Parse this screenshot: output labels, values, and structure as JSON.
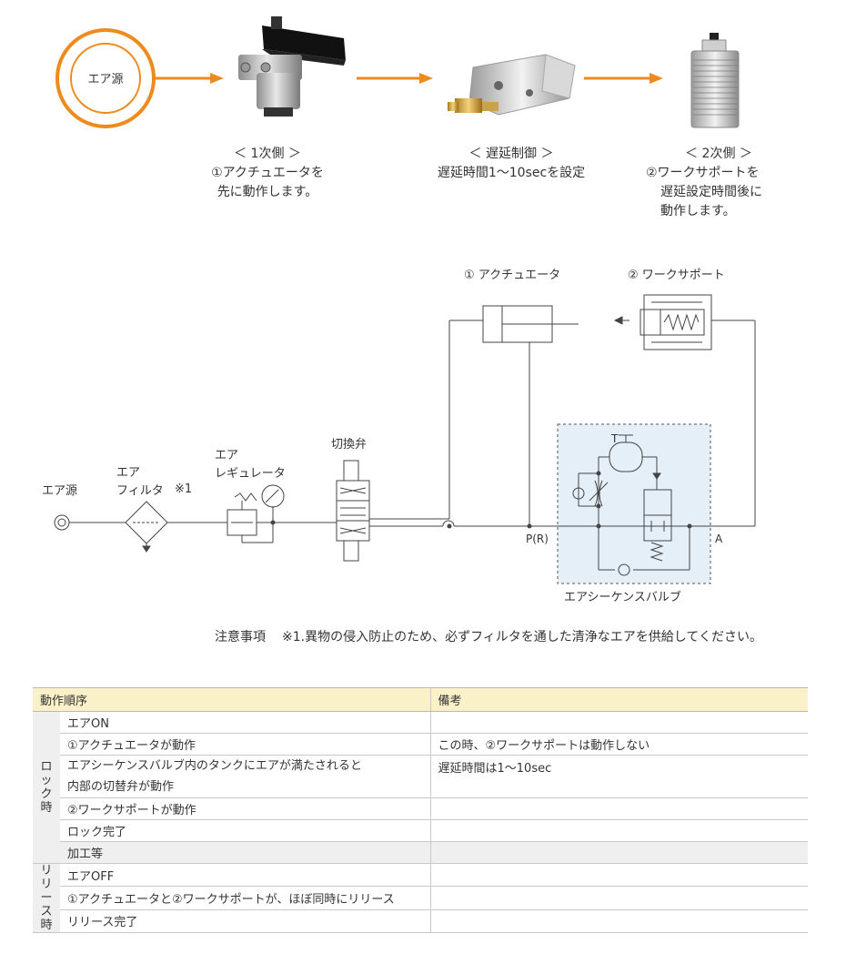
{
  "top_flow": {
    "source_label": "エア源",
    "step1": {
      "title": "＜ 1次側 ＞",
      "lines": [
        "①アクチュエータを",
        "先に動作します。"
      ]
    },
    "step2": {
      "title": "＜ 遅延制御 ＞",
      "lines": [
        "遅延時間1～10secを設定"
      ]
    },
    "step3": {
      "title": "＜ 2次側 ＞",
      "lines": [
        "②ワークサポートを",
        "遅延設定時間後に",
        "動作します。"
      ]
    }
  },
  "circuit": {
    "air_source": "エア源",
    "filter": [
      "エア",
      "フィルタ"
    ],
    "filter_note": "※1",
    "regulator": [
      "エア",
      "レギュレータ"
    ],
    "switch_valve": "切換弁",
    "actuator": "① アクチュエータ",
    "work_support": "② ワークサポート",
    "port_pr": "P(R)",
    "port_a": "A",
    "tank": "T",
    "sequence_valve": "エアシーケンスバルブ"
  },
  "note": {
    "label": "注意事項",
    "text": "※1.異物の侵入防止のため、必ずフィルタを通した清浄なエアを供給してください。"
  },
  "table": {
    "headers": [
      "動作順序",
      "備考"
    ],
    "lock_group": "ロック時",
    "release_group": "リリース時",
    "rows": [
      {
        "step": "エアON",
        "remark": ""
      },
      {
        "step": "①アクチュエータが動作",
        "remark": "この時、②ワークサポートは動作しない"
      },
      {
        "step": "エアシーケンスバルブ内のタンクにエアが満たされると",
        "step2": "内部の切替弁が動作",
        "remark": "遅延時間は1～10sec"
      },
      {
        "step": "②ワークサポートが動作",
        "remark": ""
      },
      {
        "step": "ロック完了",
        "remark": ""
      },
      {
        "step": "加工等",
        "remark": ""
      },
      {
        "step": "エアOFF",
        "remark": ""
      },
      {
        "step": "①アクチュエータと②ワークサポートが、ほぼ同時にリリース",
        "remark": ""
      },
      {
        "step": "リリース完了",
        "remark": ""
      }
    ]
  },
  "colors": {
    "accent": "#ee8a1e",
    "header_bg": "#fbf1c9",
    "valve_box": "#e4eff7"
  }
}
